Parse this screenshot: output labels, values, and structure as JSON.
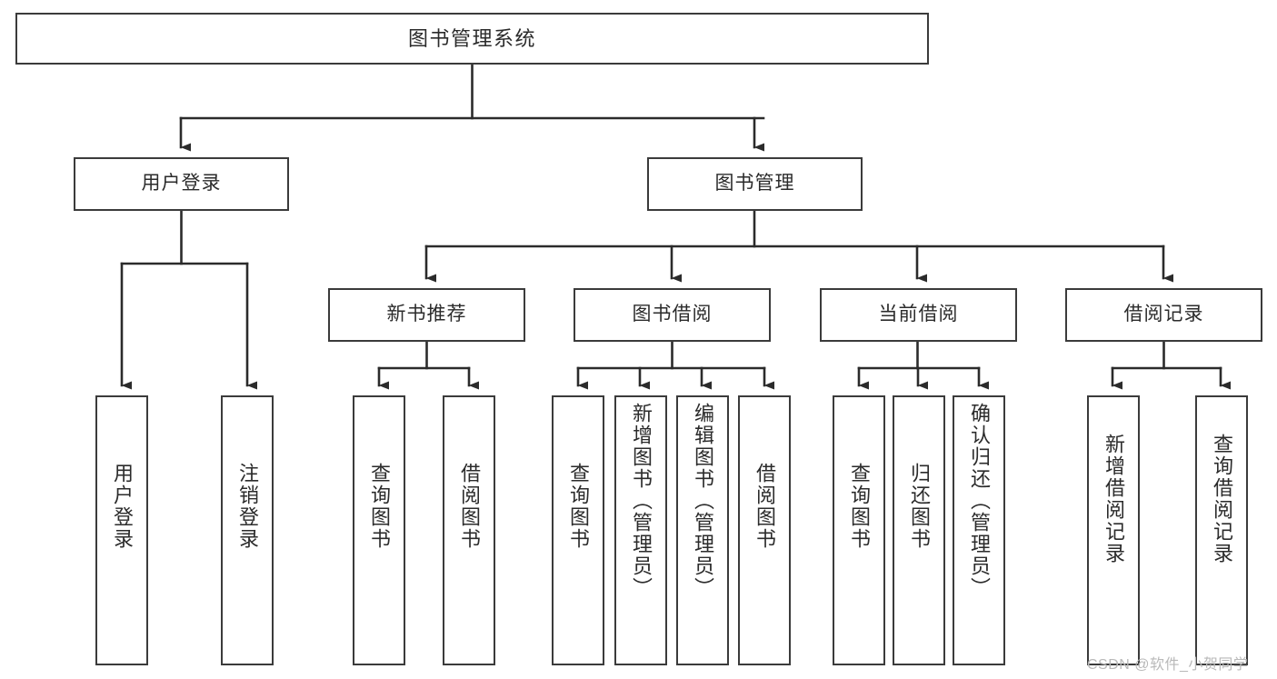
{
  "diagram": {
    "type": "tree",
    "title": "图书管理系统",
    "watermark": "CSDN @软件_小贺同学",
    "colors": {
      "background": "#ffffff",
      "box_border": "#3b3b3b",
      "box_fill": "#ffffff",
      "text": "#2b2b2b",
      "connector": "#2b2b2b",
      "watermark": "#b9b9b9"
    },
    "levels": {
      "root": "图书管理系统",
      "level2": [
        "用户登录",
        "图书管理"
      ],
      "level3": [
        "新书推荐",
        "图书借阅",
        "当前借阅",
        "借阅记录"
      ]
    },
    "nodes": {
      "root": {
        "label": "图书管理系统"
      },
      "user_login": {
        "label": "用户登录"
      },
      "book_manage": {
        "label": "图书管理"
      },
      "new_book_rec": {
        "label": "新书推荐"
      },
      "book_borrow": {
        "label": "图书借阅"
      },
      "current_borrow": {
        "label": "当前借阅"
      },
      "borrow_record": {
        "label": "借阅记录"
      },
      "leaf_user_login": {
        "label": "用户登录"
      },
      "leaf_logout": {
        "label": "注销登录"
      },
      "leaf_query_book_a": {
        "label": "查询图书"
      },
      "leaf_borrow_book_a": {
        "label": "借阅图书"
      },
      "leaf_query_book_b": {
        "label": "查询图书"
      },
      "leaf_add_book": {
        "label": "新增图书（管理员）"
      },
      "leaf_edit_book": {
        "label": "编辑图书（管理员）"
      },
      "leaf_borrow_book_b": {
        "label": "借阅图书"
      },
      "leaf_query_book_c": {
        "label": "查询图书"
      },
      "leaf_return_book": {
        "label": "归还图书"
      },
      "leaf_confirm_return": {
        "label": "确认归还（管理员）"
      },
      "leaf_add_record": {
        "label": "新增借阅记录"
      },
      "leaf_query_record": {
        "label": "查询借阅记录"
      }
    },
    "edges": [
      {
        "from": "root",
        "to": "user_login"
      },
      {
        "from": "root",
        "to": "book_manage"
      },
      {
        "from": "user_login",
        "to": "leaf_user_login"
      },
      {
        "from": "user_login",
        "to": "leaf_logout"
      },
      {
        "from": "book_manage",
        "to": "new_book_rec"
      },
      {
        "from": "book_manage",
        "to": "book_borrow"
      },
      {
        "from": "book_manage",
        "to": "current_borrow"
      },
      {
        "from": "book_manage",
        "to": "borrow_record"
      },
      {
        "from": "new_book_rec",
        "to": "leaf_query_book_a"
      },
      {
        "from": "new_book_rec",
        "to": "leaf_borrow_book_a"
      },
      {
        "from": "book_borrow",
        "to": "leaf_query_book_b"
      },
      {
        "from": "book_borrow",
        "to": "leaf_add_book"
      },
      {
        "from": "book_borrow",
        "to": "leaf_edit_book"
      },
      {
        "from": "book_borrow",
        "to": "leaf_borrow_book_b"
      },
      {
        "from": "current_borrow",
        "to": "leaf_query_book_c"
      },
      {
        "from": "current_borrow",
        "to": "leaf_return_book"
      },
      {
        "from": "current_borrow",
        "to": "leaf_confirm_return"
      },
      {
        "from": "borrow_record",
        "to": "leaf_add_record"
      },
      {
        "from": "borrow_record",
        "to": "leaf_query_record"
      }
    ]
  }
}
